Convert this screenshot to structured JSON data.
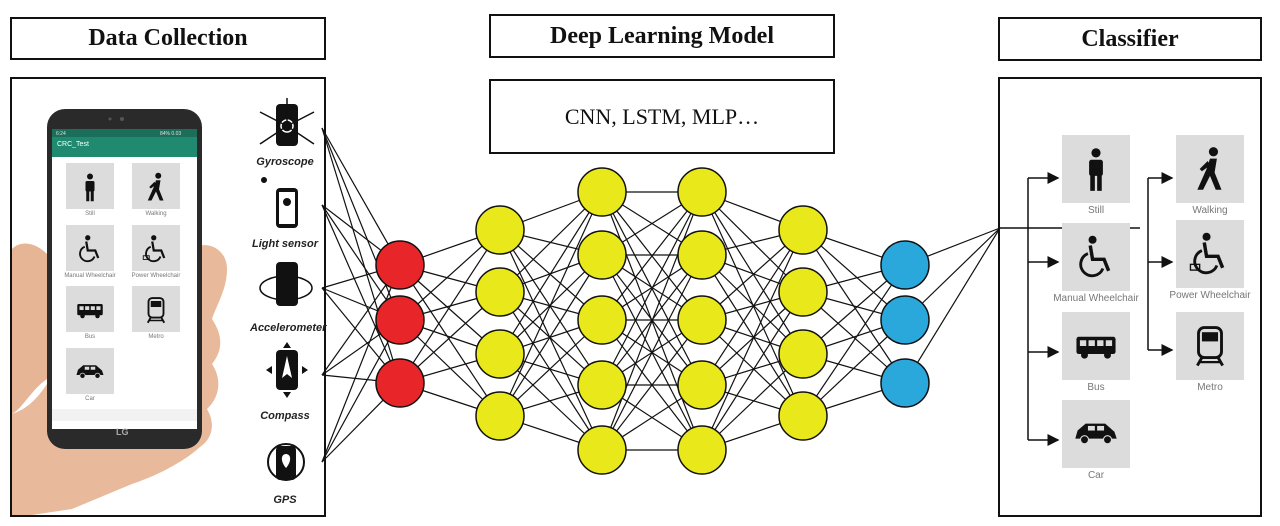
{
  "sections": {
    "data_collection": "Data Collection",
    "deep_learning_model": "Deep Learning Model",
    "classifier": "Classifier"
  },
  "model_text": "CNN, LSTM, MLP…",
  "sensors": [
    {
      "label": "Gyroscope",
      "icon": "gyroscope-icon"
    },
    {
      "label": "Light sensor",
      "icon": "light-sensor-icon"
    },
    {
      "label": "Accelerometer",
      "icon": "accelerometer-icon"
    },
    {
      "label": "Compass",
      "icon": "compass-icon"
    },
    {
      "label": "GPS",
      "icon": "gps-icon"
    }
  ],
  "phone": {
    "app_title": "CRC_Test",
    "brand": "LG",
    "status_left": "6:24",
    "status_right": "84% 0.03",
    "modes": [
      "Still",
      "Walking",
      "Manual Wheelchair",
      "Power Wheelchair",
      "Bus",
      "Metro",
      "Car"
    ]
  },
  "classes": {
    "left": [
      "Still",
      "Manual Wheelchair",
      "Bus",
      "Car"
    ],
    "right": [
      "Walking",
      "Power Wheelchair",
      "Metro"
    ]
  },
  "network": {
    "layers": [
      {
        "count": 3,
        "color": "#e8262a"
      },
      {
        "count": 4,
        "color": "#e8e81a"
      },
      {
        "count": 5,
        "color": "#e8e81a"
      },
      {
        "count": 5,
        "color": "#e8e81a"
      },
      {
        "count": 4,
        "color": "#e8e81a"
      },
      {
        "count": 3,
        "color": "#2aa8dc"
      }
    ]
  }
}
